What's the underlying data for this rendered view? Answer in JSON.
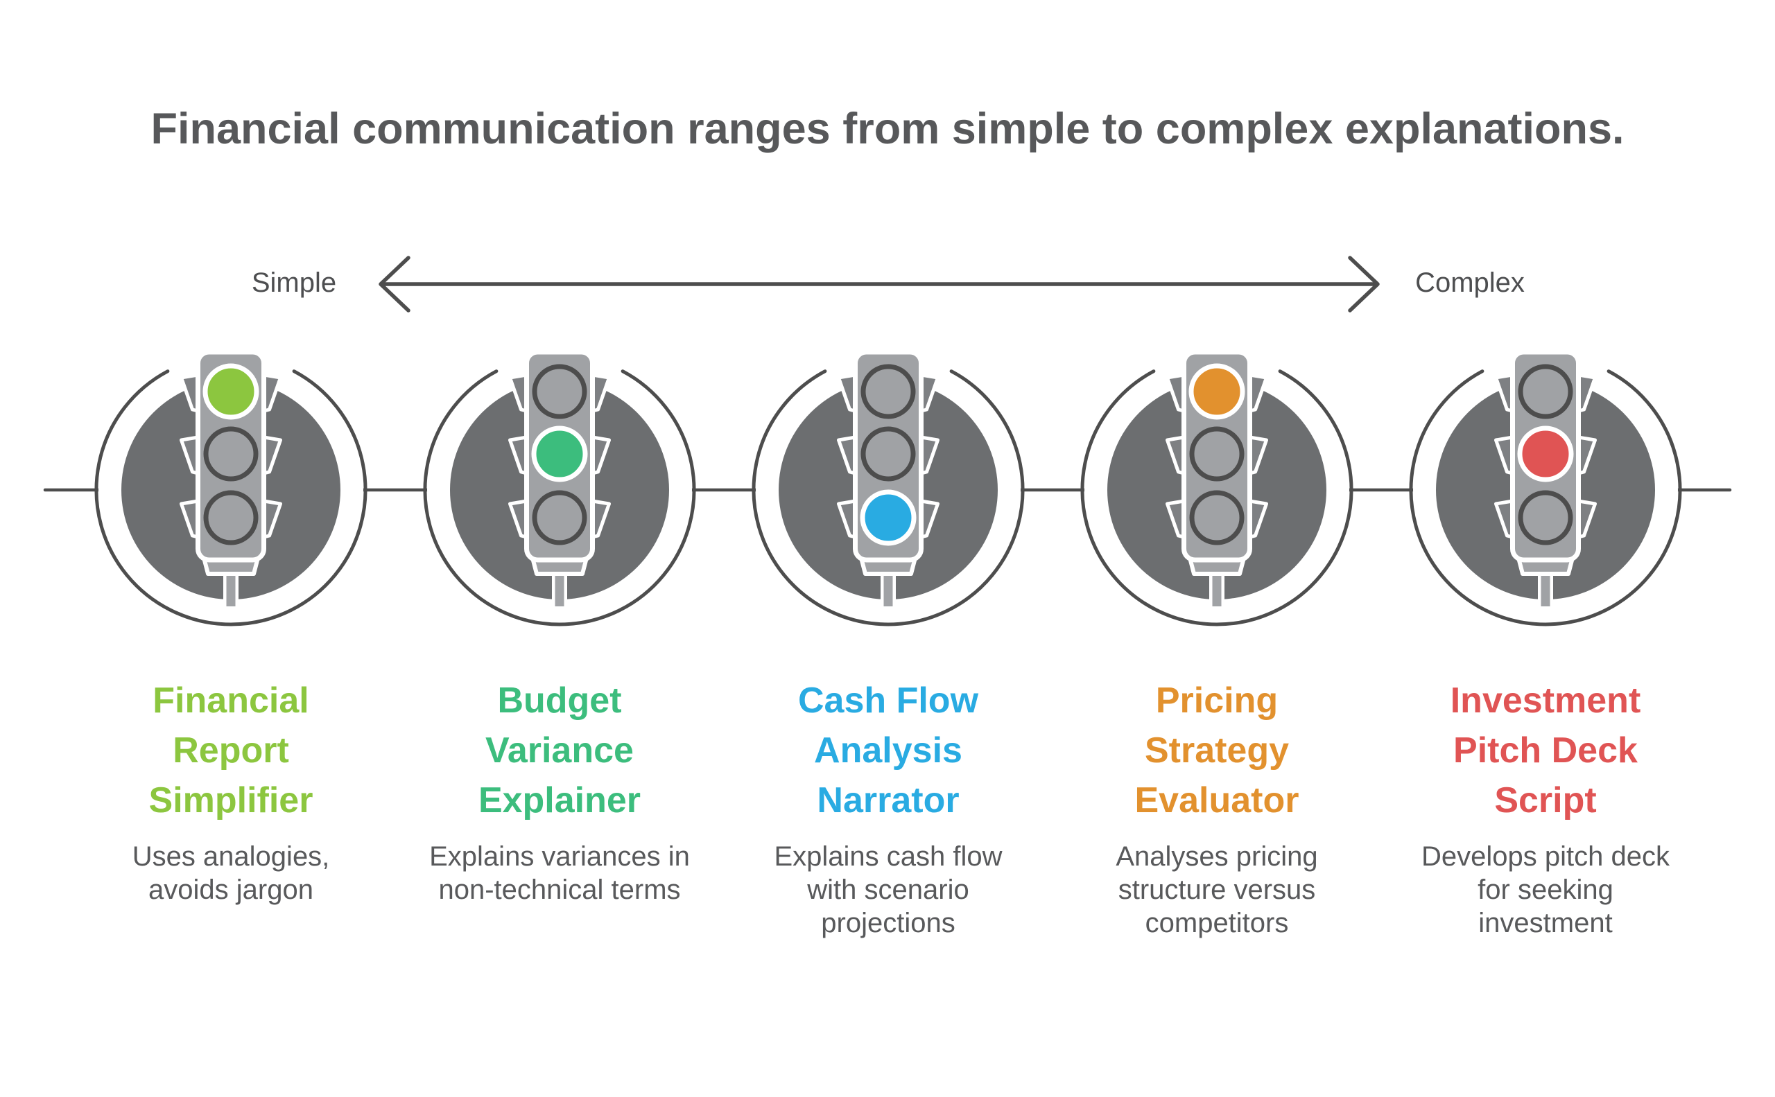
{
  "title": "Financial communication ranges from simple to complex explanations.",
  "spectrum": {
    "left_label": "Simple",
    "right_label": "Complex"
  },
  "palette": {
    "text_dark": "#58595B",
    "line_dark": "#4D4D4D",
    "circle_fill": "#6C6E70",
    "light_body": "#A0A2A5",
    "flap_fill": "#7E8083"
  },
  "items": [
    {
      "heading": "Financial\nReport\nSimplifier",
      "description": "Uses analogies,\navoids jargon",
      "accent": "#8CC63F",
      "lit_light": "top"
    },
    {
      "heading": "Budget\nVariance\nExplainer",
      "description": "Explains variances in\nnon-technical terms",
      "accent": "#3CBD7D",
      "lit_light": "middle"
    },
    {
      "heading": "Cash Flow\nAnalysis\nNarrator",
      "description": "Explains cash flow\nwith scenario\nprojections",
      "accent": "#29ABE2",
      "lit_light": "bottom"
    },
    {
      "heading": "Pricing\nStrategy\nEvaluator",
      "description": "Analyses pricing\nstructure versus\ncompetitors",
      "accent": "#E2912E",
      "lit_light": "top"
    },
    {
      "heading": "Investment\nPitch Deck\nScript",
      "description": "Develops pitch deck\nfor seeking\ninvestment",
      "accent": "#E05454",
      "lit_light": "middle"
    }
  ]
}
